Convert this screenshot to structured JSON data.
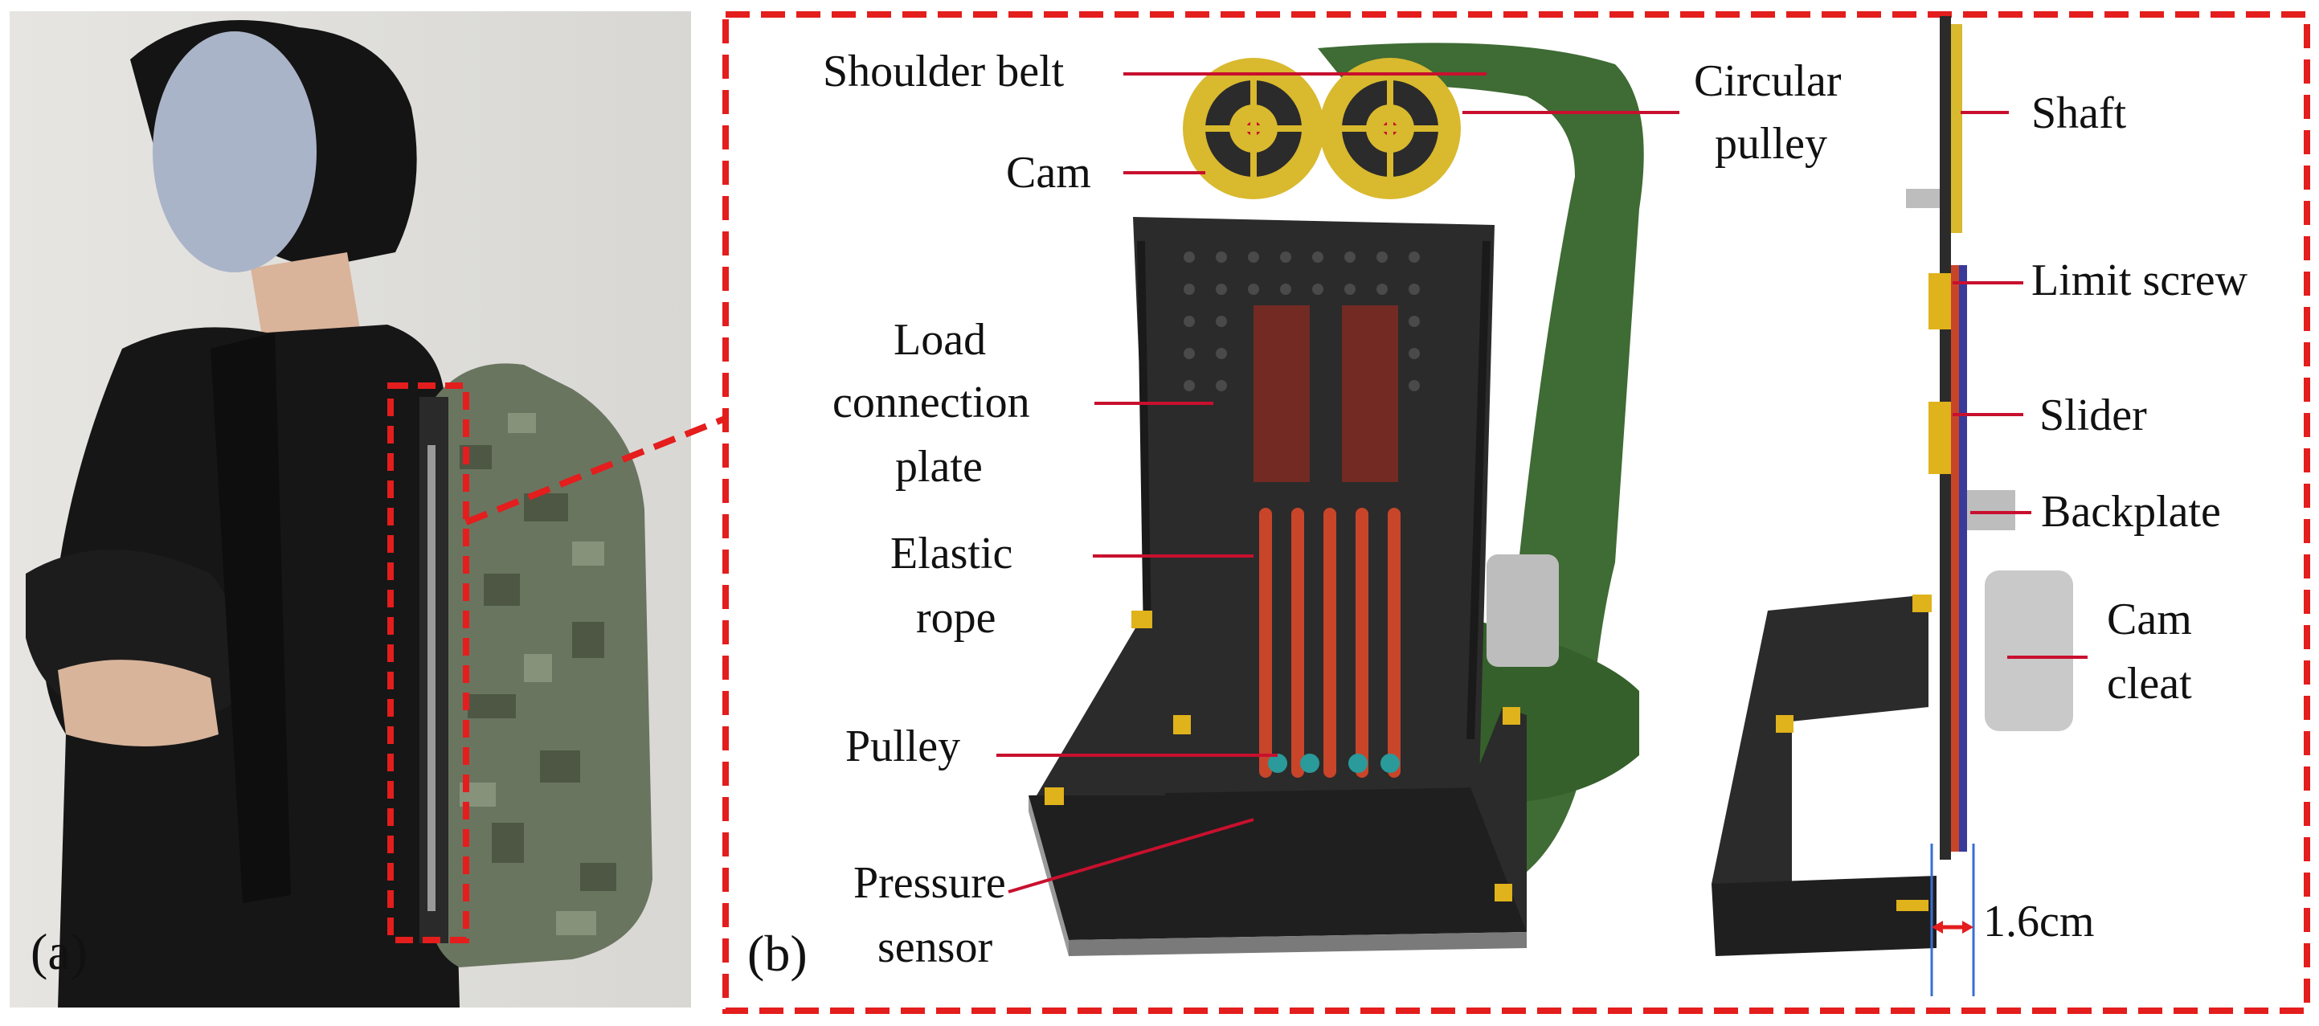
{
  "panels": {
    "a": {
      "tag": "(a)"
    },
    "b": {
      "tag": "(b)"
    }
  },
  "labels": {
    "shoulder_belt": "Shoulder belt",
    "circular_pulley_1": "Circular",
    "circular_pulley_2": "pulley",
    "cam": "Cam",
    "load_plate_1": "Load",
    "load_plate_2": "connection",
    "load_plate_3": "plate",
    "elastic_rope_1": "Elastic",
    "elastic_rope_2": "rope",
    "pulley": "Pulley",
    "pressure_sensor_1": "Pressure",
    "pressure_sensor_2": "sensor",
    "shaft": "Shaft",
    "limit_screw": "Limit screw",
    "slider": "Slider",
    "backplate": "Backplate",
    "cam_cleat_1": "Cam",
    "cam_cleat_2": "cleat",
    "dimension": "1.6cm"
  },
  "colors": {
    "dashed_frame": "#e41d1d",
    "leader_line": "#c8102e",
    "frame_black": "#2b2b2b",
    "cam_yellow": "#d9b92e",
    "belt_green": "#3f6b34",
    "rope_red": "#c8452a",
    "face_blur": "#aab4c8",
    "dimension_blue": "#3a6fd0"
  }
}
